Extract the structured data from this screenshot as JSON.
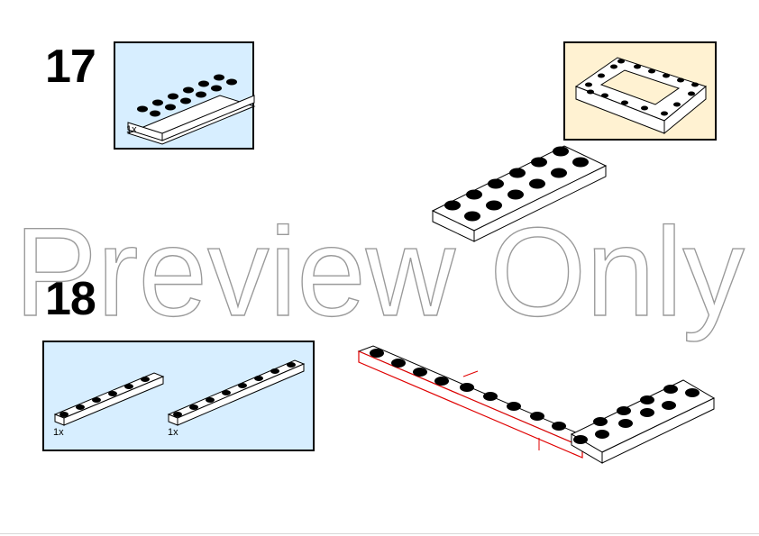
{
  "steps": [
    {
      "number": "17",
      "parts": [
        {
          "qty": "1x",
          "part": "plate-2x6"
        }
      ],
      "has_reference_view": true
    },
    {
      "number": "18",
      "parts": [
        {
          "qty": "1x",
          "part": "plate-1x6"
        },
        {
          "qty": "1x",
          "part": "plate-1x8"
        }
      ],
      "has_reference_view": false
    }
  ],
  "watermark": {
    "text": "Preview Only"
  },
  "colors": {
    "parts_box_bg": "#d7eeff",
    "reference_box_bg": "#fff2d2",
    "highlight": "#e00000"
  }
}
